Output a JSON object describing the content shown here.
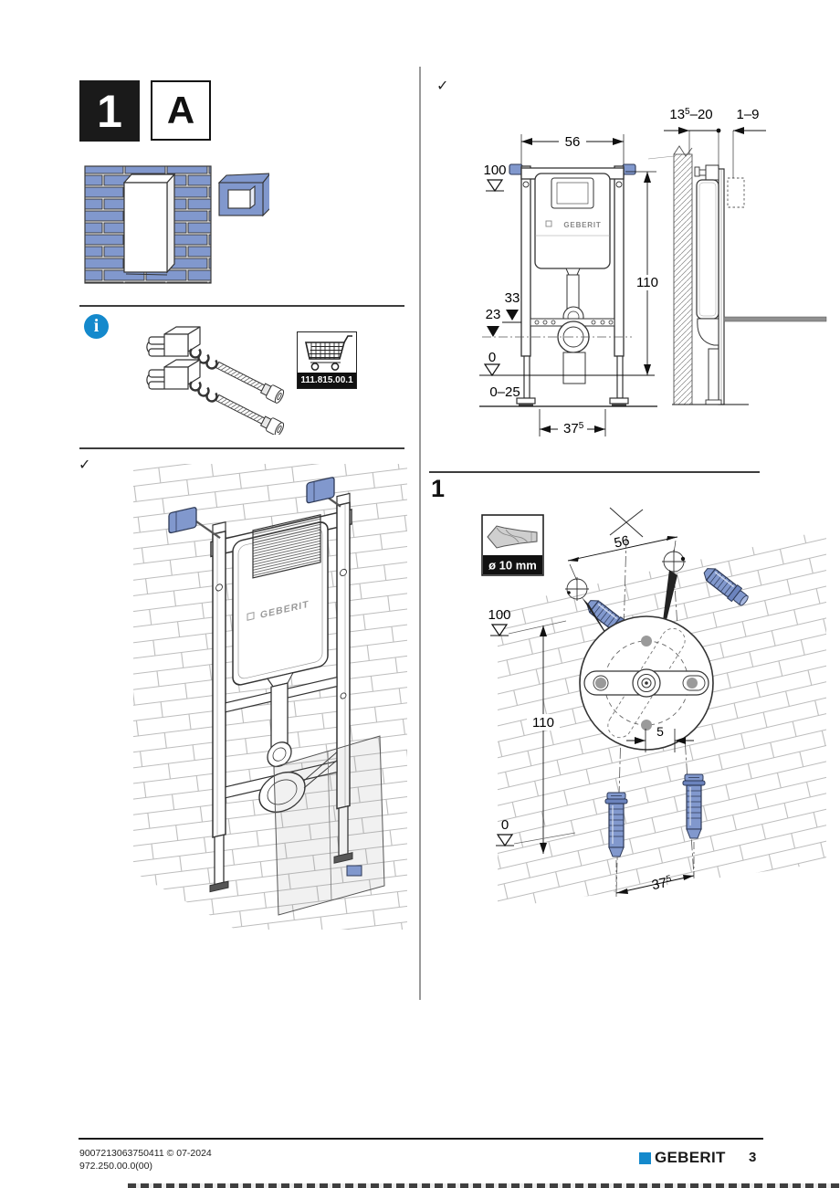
{
  "colors": {
    "brand_blue": "#1489cc",
    "part_blue": "#8198cd",
    "line_dark": "#333333",
    "hatch_gray": "#858585"
  },
  "badges": {
    "step": "1",
    "variant": "A"
  },
  "info": {
    "icon_glyph": "i",
    "article_number": "111.815.00.1"
  },
  "left_figure": {
    "check": "✓",
    "logo": "GEBERIT"
  },
  "right_figure": {
    "check": "✓",
    "logo": "GEBERIT",
    "dim_width_top": "56",
    "level_100": "100",
    "dim_height": "110",
    "level_33": "33",
    "level_23": "23",
    "level_0": "0",
    "level_range": "0–25",
    "dim_base_main": "37",
    "dim_base_sup": "5",
    "dim_depth_main": "13",
    "dim_depth_sup": "5",
    "dim_depth_tail": "–20",
    "dim_cover": "1–9"
  },
  "step1": {
    "number": "1",
    "drill_size": "ø 10 mm",
    "dim_width": "56",
    "level_100": "100",
    "dim_height": "110",
    "level_0": "0",
    "dim_base_main": "37",
    "dim_base_sup": "5",
    "dim_detail": "5"
  },
  "footer": {
    "doc_line1": "9007213063750411 © 07-2024",
    "doc_line2": "972.250.00.0(00)",
    "brand": "GEBERIT",
    "page_number": "3"
  }
}
